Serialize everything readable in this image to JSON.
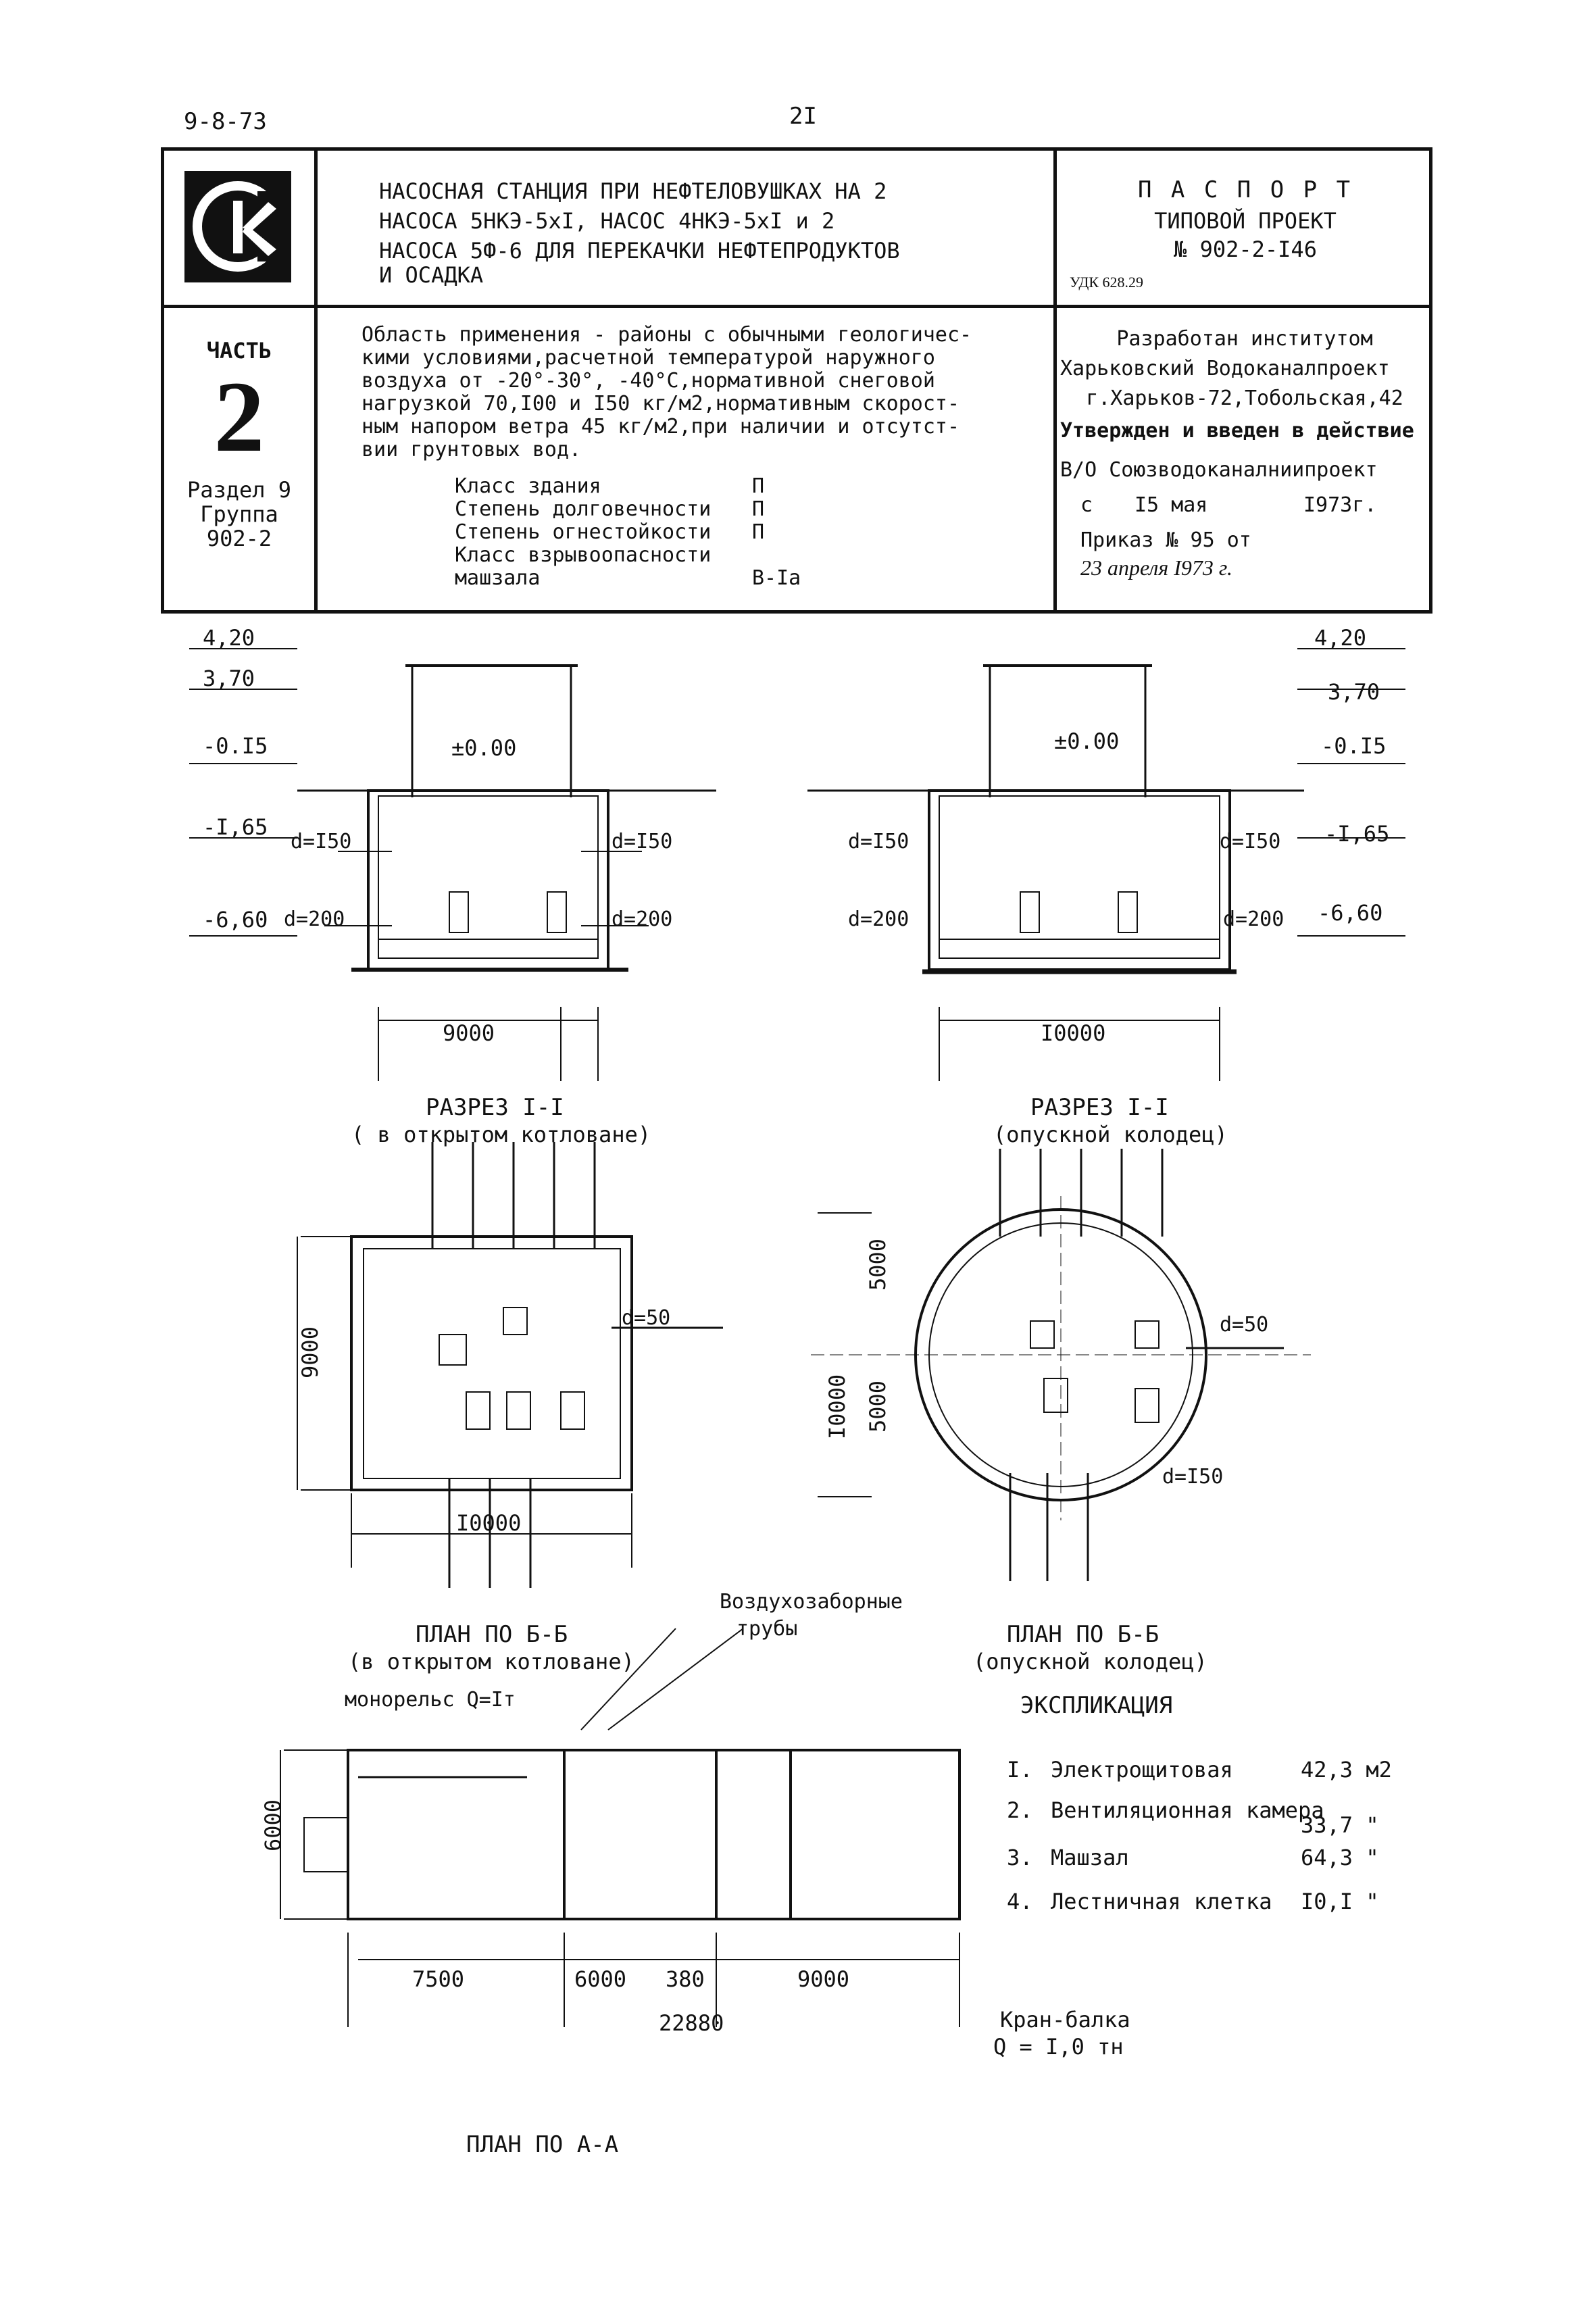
{
  "page": {
    "date_code": "9-8-73",
    "page_number": "2I"
  },
  "header": {
    "title_lines": [
      "НАСОСНАЯ СТАНЦИЯ ПРИ НЕФТЕЛОВУШКАХ НА 2",
      "НАСОСА 5НКЭ-5хI, НАСОС 4НКЭ-5хI и 2",
      "НАСОСА 5Ф-6 ДЛЯ ПЕРЕКАЧКИ НЕФТЕПРОДУКТОВ",
      "И ОСАДКА"
    ],
    "passport": {
      "title": "П А С П О Р Т",
      "subtitle": "ТИПОВОЙ ПРОЕКТ",
      "number": "№ 902-2-I46",
      "udk": "УДК 628.29"
    },
    "part": {
      "label": "ЧАСТЬ",
      "number": "2",
      "section": "Раздел 9",
      "group_label": "Группа",
      "group": "902-2"
    },
    "description_lines": [
      "Область применения - районы с обычными геологичес-",
      "кими условиями,расчетной температурой наружного",
      "воздуха от -20°-30°,   -40°С,нормативной снеговой",
      "нагрузкой 70,I00 и I50 кг/м2,нормативным скорост-",
      "ным напором ветра 45 кг/м2,при наличии и отсутст-",
      "вии грунтовых вод."
    ],
    "classes": [
      {
        "label": "Класс здания",
        "value": "П"
      },
      {
        "label": "Степень долговечности",
        "value": "П"
      },
      {
        "label": "Степень огнестойкости",
        "value": "П"
      },
      {
        "label": "Класс взрывоопасности",
        "value": ""
      },
      {
        "label": "машзала",
        "value": "В-Iа"
      }
    ],
    "developer": {
      "line1": "Разработан институтом",
      "line2": "Харьковский Водоканалпроект",
      "line3": "г.Харьков-72,Тобольская,42",
      "approved": "Утвержден и введен в действие",
      "org": "В/О Союзводоканалниипроект",
      "date_prefix": "с",
      "date": "I5 мая",
      "year": "I973г.",
      "order": "Приказ № 95  от",
      "order_date": "23 апреля I973 г."
    }
  },
  "drawing": {
    "section_open_caption": "РАЗРЕЗ I-I",
    "section_open_sub": "( в открытом котловане)",
    "section_well_caption": "РАЗРЕЗ I-I",
    "section_well_sub": "(опускной колодец)",
    "plan_open_caption": "ПЛАН ПО Б-Б",
    "plan_open_sub": "(в открытом котловане)",
    "plan_well_caption": "ПЛАН ПО Б-Б",
    "plan_well_sub": "(опускной колодец)",
    "plan_aa_caption": "ПЛАН ПО А-А",
    "air_intake": "Воздухозаборные",
    "air_intake2": "трубы",
    "monorail": "монорельс Q=Iт",
    "crane": "Кран-балка",
    "crane_q": "Q = I,0 тн",
    "levels_left": [
      "4,20",
      "3,70",
      "-0.I5",
      "-I,65",
      "-6,60"
    ],
    "levels_right": [
      "4,20",
      "3,70",
      "-0.I5",
      "-I,65",
      "-6,60"
    ],
    "zero_mark": "±0.00",
    "dims": {
      "sec_open_width": "9000",
      "sec_well_width": "I0000",
      "plan_open_h": "9000",
      "plan_open_w": "I0000",
      "plan_well_h1": "5000",
      "plan_well_h2": "5000",
      "plan_well_total": "I0000",
      "plan_aa_h": "6000",
      "plan_aa_1": "7500",
      "plan_aa_2": "6000",
      "plan_aa_3": "380",
      "plan_aa_4": "9000",
      "plan_aa_total": "22880"
    },
    "pipes": [
      "d=I50",
      "d=200",
      "d=200",
      "d=200",
      "d=I50",
      "d=50",
      "d=200",
      "d=I50"
    ]
  },
  "explication": {
    "title": "ЭКСПЛИКАЦИЯ",
    "items": [
      {
        "n": "I.",
        "name": "Электрощитовая",
        "area": "42,3 м2"
      },
      {
        "n": "2.",
        "name": "Вентиляционная камера",
        "area": "33,7 \""
      },
      {
        "n": "3.",
        "name": "Машзал",
        "area": "64,3 \""
      },
      {
        "n": "4.",
        "name": "Лестничная клетка",
        "area": "I0,I \""
      }
    ]
  }
}
